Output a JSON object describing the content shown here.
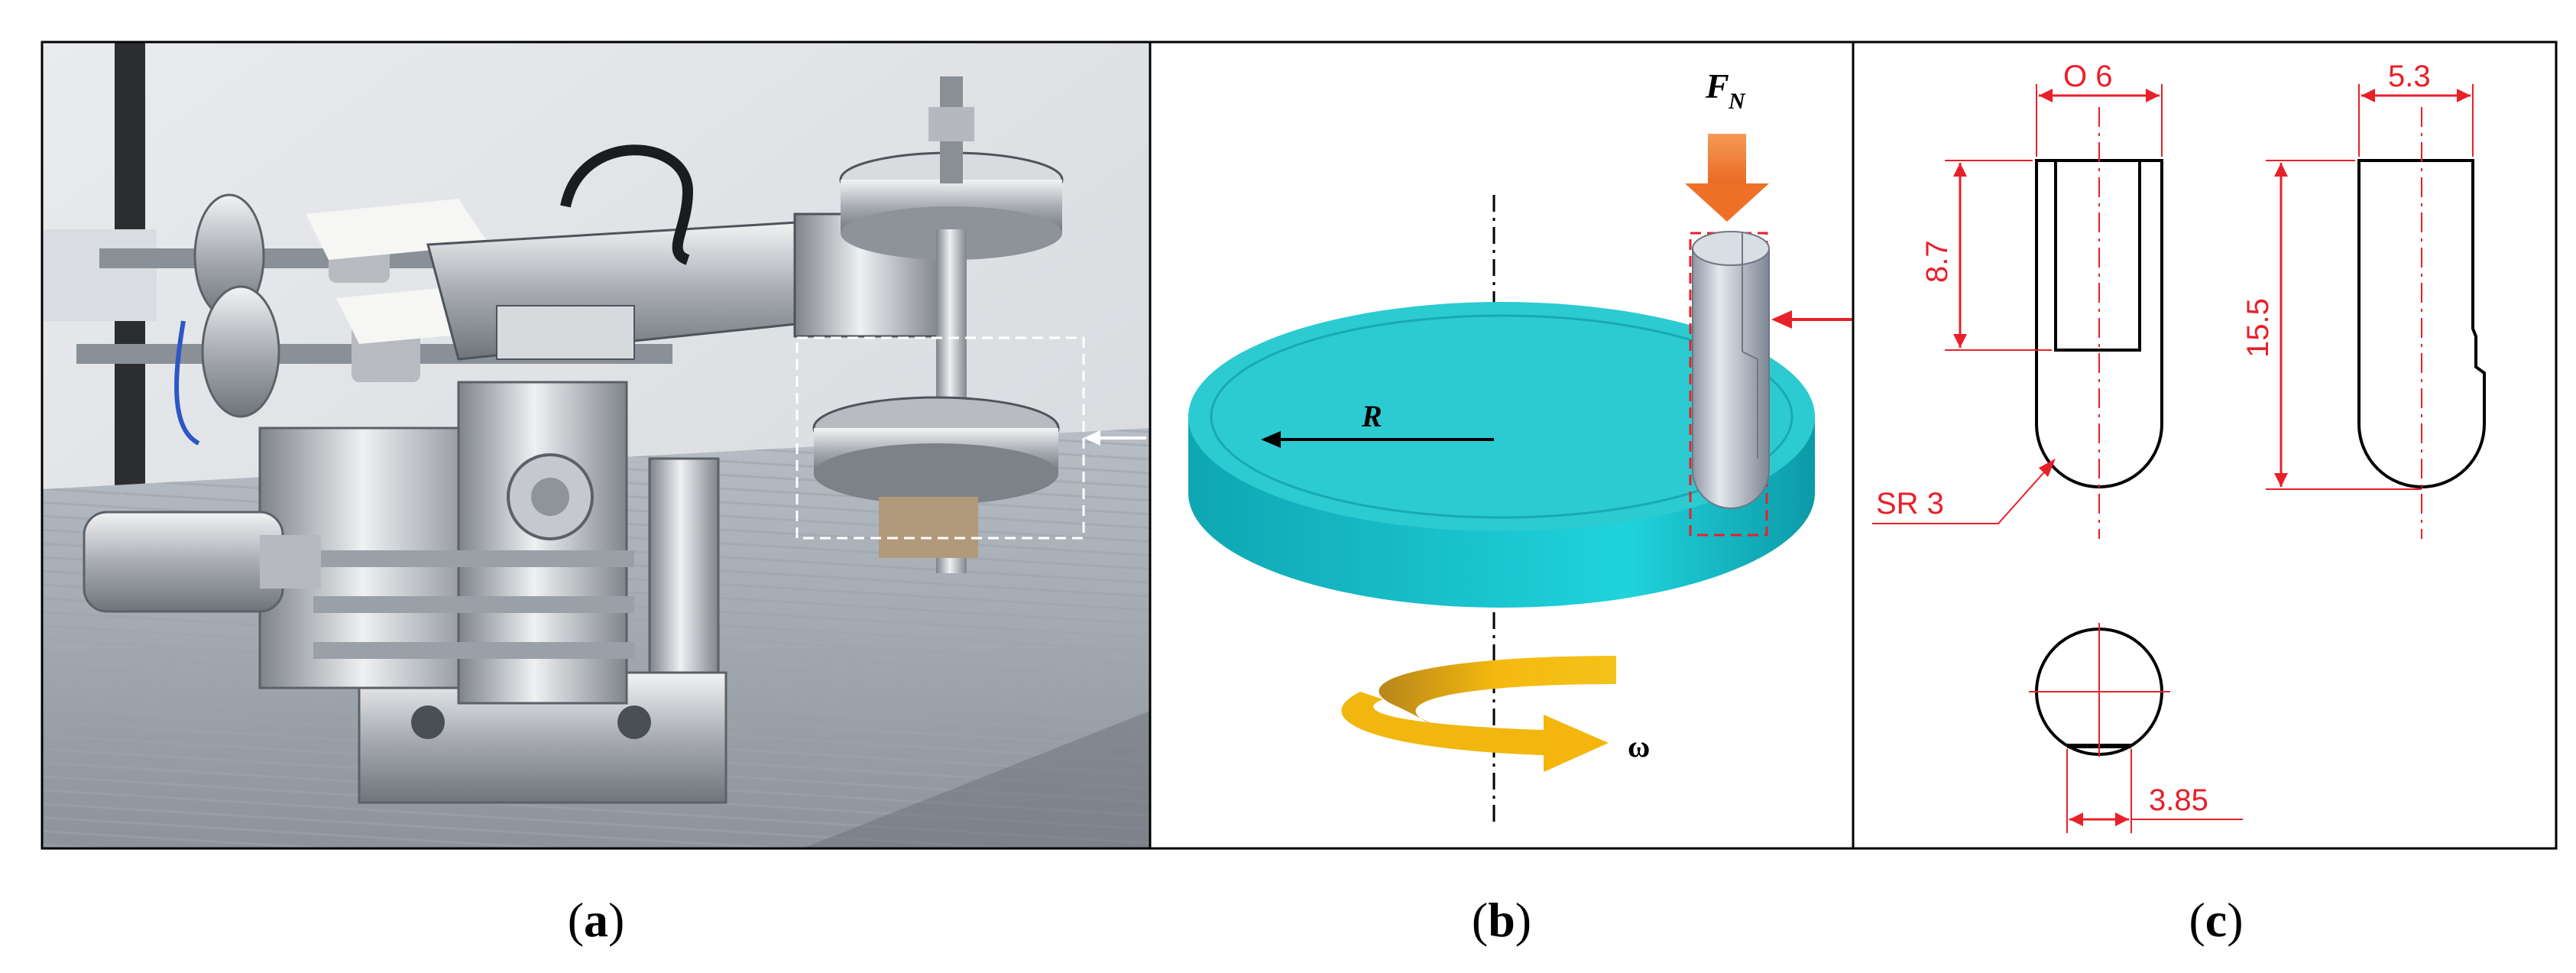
{
  "panels": {
    "a": {
      "caption": "(a)"
    },
    "b": {
      "caption": "(b)",
      "force_label": "F",
      "force_subscript": "N",
      "radius_label": "R",
      "omega_label": "ω"
    },
    "c": {
      "caption": "(c)",
      "dims": {
        "diameter": "O  6",
        "width_right": "5.3",
        "slot_depth": "8.7",
        "height": "15.5",
        "sphere_radius": "SR 3",
        "flat_offset": "3.85"
      }
    }
  },
  "colors": {
    "disc_top": "#27c9cf",
    "disc_side": "#14b2bf",
    "force_arrow": "#f07a2a",
    "rotation_arrow": "#e9a90f",
    "dimension_red": "#e8202a",
    "highlight_box": "#e8202a",
    "pin_gray": "#c9ced6"
  }
}
